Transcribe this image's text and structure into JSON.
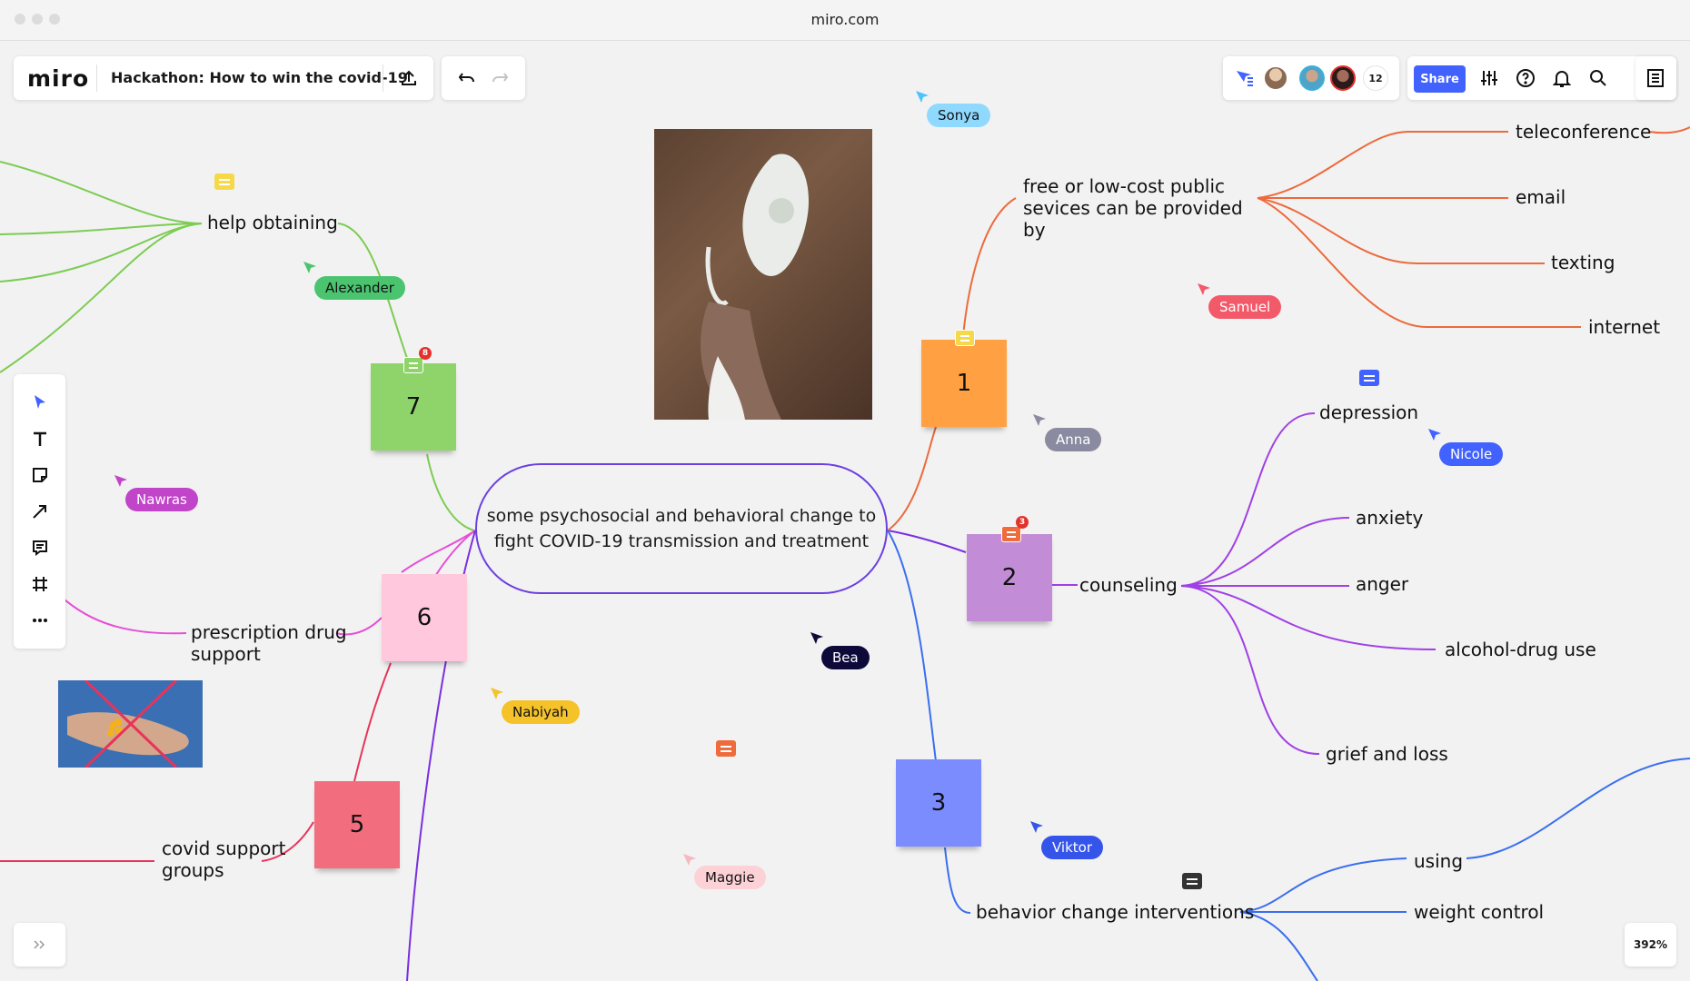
{
  "browser": {
    "url": "miro.com"
  },
  "header": {
    "logo": "miro",
    "board_title": "Hackathon: How to win the covid-19",
    "collaborator_count": "12",
    "share_label": "Share"
  },
  "central_topic": "some psychosocial and behavioral change to fight COVID-19 transmission and treatment",
  "stickies": [
    "1",
    "2",
    "3",
    "5",
    "6",
    "7"
  ],
  "comment_badges": {
    "sticky_7": "8",
    "sticky_2": "3"
  },
  "branches": {
    "one": {
      "topic": "free or low-cost public sevices can be provided by",
      "children": [
        "teleconference",
        "email",
        "texting",
        "internet"
      ]
    },
    "two": {
      "topic": "counseling",
      "children": [
        "depression",
        "anxiety",
        "anger",
        "alcohol-drug use",
        "grief and loss"
      ]
    },
    "three": {
      "topic": "behavior change interventions",
      "children": [
        "using",
        "weight control"
      ]
    },
    "five": {
      "topic": "covid support groups"
    },
    "six": {
      "topic": "prescription drug support"
    },
    "seven": {
      "topic": "help obtaining"
    }
  },
  "cursors": [
    "Sonya",
    "Alexander",
    "Samuel",
    "Anna",
    "Nicole",
    "Nawras",
    "Bea",
    "Nabiyah",
    "Maggie",
    "Viktor"
  ],
  "colors": {
    "accent": "#4262ff",
    "sticky_orange": "#ffa142",
    "sticky_purple": "#c28cd6",
    "sticky_blue": "#7b8cff",
    "sticky_red": "#f26d7d",
    "sticky_pink": "#ffc8dd",
    "sticky_green": "#8fd46b"
  },
  "zoom": "392%",
  "toolbar_tools": [
    "select-icon",
    "text-icon",
    "sticky-note-icon",
    "arrow-icon",
    "comment-icon",
    "frame-icon",
    "more-icon"
  ]
}
